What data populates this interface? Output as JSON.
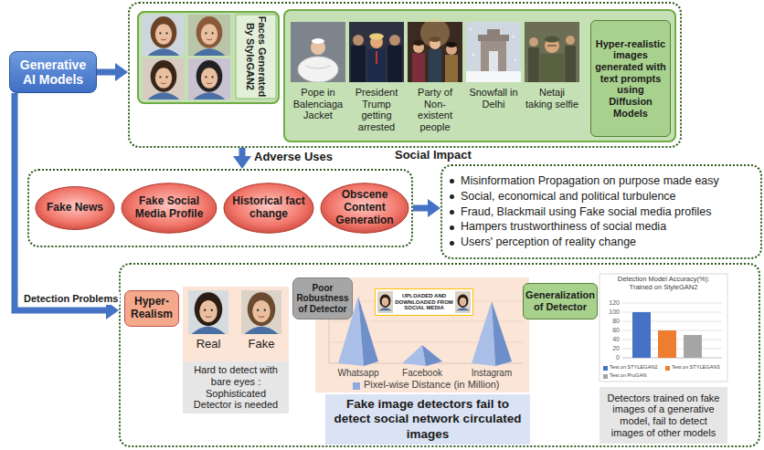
{
  "diagram": {
    "nodes": [
      {
        "text": [
          "Generative AI Models"
        ]
      },
      {
        "text": []
      },
      {
        "text": [
          "Faces Generated By StyleGAN2"
        ],
        "in": 1
      },
      {
        "text": [
          "Pope in Balenciaga Jacket",
          "President Trump getting arrested",
          "Party of Non-existent people",
          "Snowfall in Delhi",
          "Netaji taking selfie"
        ],
        "in": 1
      },
      {
        "text": [
          "Hyper-realistic images generated with text prompts using Diffusion Models"
        ],
        "in": 3
      },
      {
        "text": []
      },
      {
        "text": [
          "Fake News"
        ],
        "in": 5
      },
      {
        "text": [
          "Fake Social Media Profile"
        ],
        "in": 5
      },
      {
        "text": [
          "Historical fact change"
        ],
        "in": 5
      },
      {
        "text": [
          "Obscene Content Generation"
        ],
        "in": 5
      },
      {
        "text": [
          "Misinformation Propagation on purpose made easy",
          "Social, economical and political turbulence",
          "Fraud, Blackmail using Fake social media profiles",
          "Hampers trustworthiness of social media",
          "Users' perception of reality change"
        ]
      },
      {
        "text": []
      },
      {
        "text": [
          "Hyper-Realism"
        ],
        "in": 11
      },
      {
        "text": [
          "Real",
          "Fake"
        ],
        "in": 11
      },
      {
        "text": [
          "Hard to detect with bare eyes : Sophisticated Detector is needed"
        ],
        "in": 11
      },
      {
        "text": [
          "Poor Robustness of Detector"
        ],
        "in": 11
      },
      {
        "text": [
          "UPLOADED AND DOWNLOADED FROM SOCIAL MEDIA"
        ],
        "in": 11
      },
      {
        "text": [
          "Fake image detectors fail to detect social network circulated images"
        ],
        "in": 11
      },
      {
        "text": [
          "Generalization of Detector"
        ],
        "in": 11
      },
      {
        "text": [
          "Detectors trained on fake images of a generative model, fail to detect images of other models"
        ],
        "in": 11
      }
    ],
    "edges": [
      {
        "from": 0,
        "to": 1,
        "arrow": "to"
      },
      {
        "from": 1,
        "to": 5,
        "label": "Adverse Uses",
        "arrow": "to"
      },
      {
        "from": 5,
        "to": 10,
        "label": "Social Impact",
        "arrow": "to"
      },
      {
        "from": 0,
        "to": 11,
        "label": "Detection Problems",
        "arrow": "to"
      }
    ],
    "labels": [
      "Whatsapp",
      "Facebook",
      "Instagram",
      "Detection Model Accuracy(%): Trained on StyleGAN2",
      "0",
      "20",
      "40",
      "60",
      "80",
      "100",
      "120"
    ],
    "legend": [
      {
        "text": "Pixel-wise Distance (in Million)",
        "color": "#8faadc"
      },
      {
        "text": "Test on STYLEGAN2",
        "color": "#4472c4"
      },
      {
        "text": "Test on STYLEGAN3",
        "color": "#ed7d31"
      },
      {
        "text": "Test on ProGAN",
        "color": "#a5a5a5"
      }
    ]
  }
}
